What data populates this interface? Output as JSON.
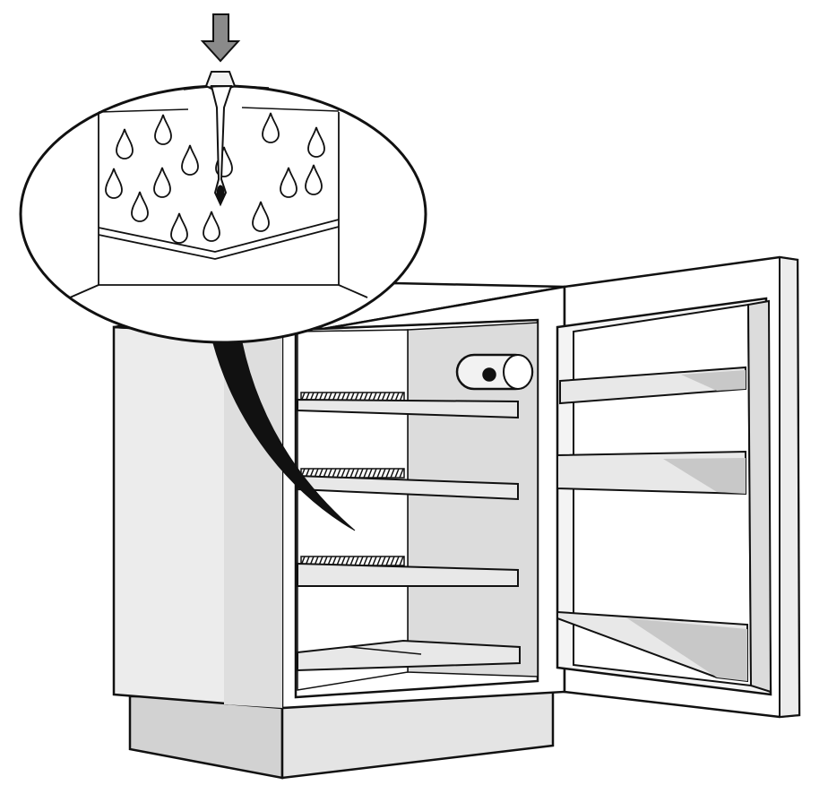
{
  "colors": {
    "outline": "#111111",
    "cabinet_side": "#ececec",
    "cabinet_front": "#ffffff",
    "interior_back": "#dcdcdc",
    "interior_shade": "#c8c8c8",
    "plinth": "#d2d2d2",
    "plinth_front": "#e4e4e4",
    "arrow": "#8a8a8a",
    "shelf": "#e8e8e8",
    "door_liner": "#f4f4f4"
  },
  "icons": {
    "arrow": "down-arrow-icon",
    "drops": "water-drop-icon",
    "tool": "defrost-cleaning-rod-icon",
    "thermostat": "thermostat-knob-icon"
  },
  "fridge": {
    "cabinet_shelf_count": 3,
    "door_shelf_count": 3,
    "door_state": "open",
    "has_crisper_tray": true
  },
  "detail_callout": {
    "shape": "ellipse",
    "water_drop_count": 14,
    "shows": "drain-hole-cleaning"
  }
}
